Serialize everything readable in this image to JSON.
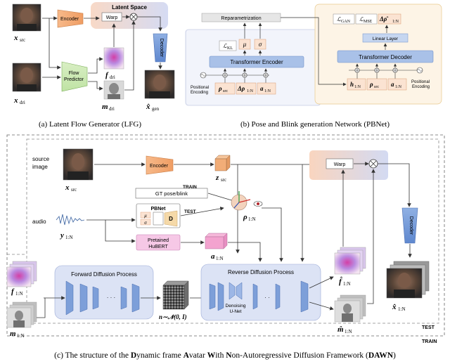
{
  "panel_a": {
    "caption": "(a) Latent Flow Generator (LFG)",
    "latent_space": "Latent Space",
    "encoder": "Encoder",
    "warp": "Warp",
    "decoder": "Decoder",
    "flow_predictor_1": "Flow",
    "flow_predictor_2": "Predictor",
    "x_src": "x",
    "x_src_sub": "src",
    "x_dri": "x",
    "x_dri_sub": "dri",
    "f_dri": "f",
    "f_dri_sub": "dri",
    "m_dri": "m",
    "m_dri_sub": "dri",
    "x_gen": "x̂",
    "x_gen_sub": "gen"
  },
  "panel_b": {
    "caption": "(b) Pose and Blink generation Network (PBNet)",
    "reparam": "Reparametrization",
    "l_kl": "ℒ",
    "l_kl_sub": "KL",
    "mu": "μ",
    "sigma": "σ",
    "transformer_encoder": "Transformer Encoder",
    "pos_enc_left_1": "Positional",
    "pos_enc_left_2": "Encoding",
    "rho_src": "ρ",
    "rho_src_sub": "src",
    "delta_rho": "Δρ",
    "delta_rho_sub": "1:N",
    "a_seq": "a",
    "a_seq_sub": "1:N",
    "l_gan": "ℒ",
    "l_gan_sub": "GAN",
    "l_mse": "ℒ",
    "l_mse_sub": "MSE",
    "delta_rho_hat": "Δρ̂",
    "delta_rho_hat_sub": "1:N",
    "linear_layer": "Linear Layer",
    "transformer_decoder": "Transformer Decoder",
    "h_seq": "h",
    "h_seq_sub": "1:N",
    "rho_src2": "ρ",
    "rho_src2_sub": "src",
    "a_seq2": "a",
    "a_seq2_sub": "1:N",
    "pos_enc_right_1": "Positional",
    "pos_enc_right_2": "Encoding"
  },
  "panel_c": {
    "caption_prefix": "(c) The structure of the ",
    "caption_parts": [
      "D",
      "ynamic frame ",
      "A",
      "vatar ",
      "W",
      "ith ",
      "N",
      "on-Autoregressive Diffusion Framework (",
      "DAWN",
      ")"
    ],
    "source_image_1": "source",
    "source_image_2": "image",
    "encoder": "Encoder",
    "z_src": "z",
    "z_src_sub": "src",
    "x_src": "x",
    "x_src_sub": "src",
    "gt_pose": "GT pose/blink",
    "train_label": "TRAIN",
    "test_label": "TEST",
    "audio": "audio",
    "y_seq": "y",
    "y_seq_sub": "1:N",
    "pbnet": "PBNet",
    "mu": "μ",
    "sigma": "σ",
    "d": "D",
    "pretrained_1": "Pretained",
    "pretrained_2": "HuBERT",
    "a_seq": "a",
    "a_seq_sub": "1:N",
    "rho_seq": "ρ",
    "rho_seq_sub": "1:N",
    "forward_diffusion": "Forward Diffusion Process",
    "reverse_diffusion": "Reverse Diffusion Process",
    "denoising_1": "Denoising",
    "denoising_2": "U-Net",
    "noise": "n∼𝒩(0, I)",
    "f_seq": "f",
    "f_seq_sub": "1:N",
    "m_seq": "m",
    "m_seq_sub": "1:N",
    "f_hat": "f̂",
    "f_hat_sub": "1:N",
    "m_hat": "m̂",
    "m_hat_sub": "1:N",
    "warp": "Warp",
    "decoder": "Decoder",
    "x_hat": "x̂",
    "x_hat_sub": "1:N",
    "box_test": "TEST",
    "box_train": "TRAIN"
  }
}
